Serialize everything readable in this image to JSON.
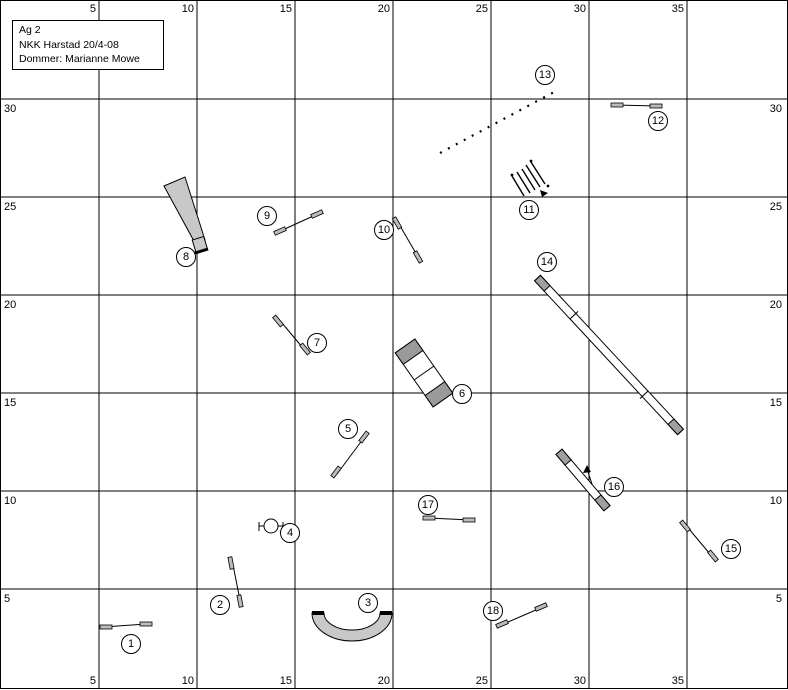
{
  "info": {
    "title": "Ag 2",
    "event": "NKK Harstad 20/4-08",
    "judge": "Dommer: Marianne Mowe"
  },
  "axes": {
    "top": [
      "5",
      "10",
      "15",
      "20",
      "25",
      "30",
      "35"
    ],
    "bottom": [
      "5",
      "10",
      "15",
      "20",
      "25",
      "30",
      "35"
    ],
    "left": [
      "30",
      "25",
      "20",
      "15",
      "10",
      "5"
    ],
    "right": [
      "30",
      "25",
      "20",
      "15",
      "10",
      "5"
    ]
  },
  "obstacles": [
    {
      "number": "1",
      "type": "jump"
    },
    {
      "number": "2",
      "type": "jump"
    },
    {
      "number": "3",
      "type": "tunnel"
    },
    {
      "number": "4",
      "type": "tire"
    },
    {
      "number": "5",
      "type": "jump"
    },
    {
      "number": "6",
      "type": "a-frame"
    },
    {
      "number": "7",
      "type": "jump"
    },
    {
      "number": "8",
      "type": "chute"
    },
    {
      "number": "9",
      "type": "jump"
    },
    {
      "number": "10",
      "type": "jump"
    },
    {
      "number": "11",
      "type": "weave-poles"
    },
    {
      "number": "12",
      "type": "jump"
    },
    {
      "number": "13",
      "type": "long-jump"
    },
    {
      "number": "14",
      "type": "dog-walk"
    },
    {
      "number": "15",
      "type": "jump"
    },
    {
      "number": "16",
      "type": "see-saw"
    },
    {
      "number": "17",
      "type": "jump"
    },
    {
      "number": "18",
      "type": "jump"
    }
  ]
}
